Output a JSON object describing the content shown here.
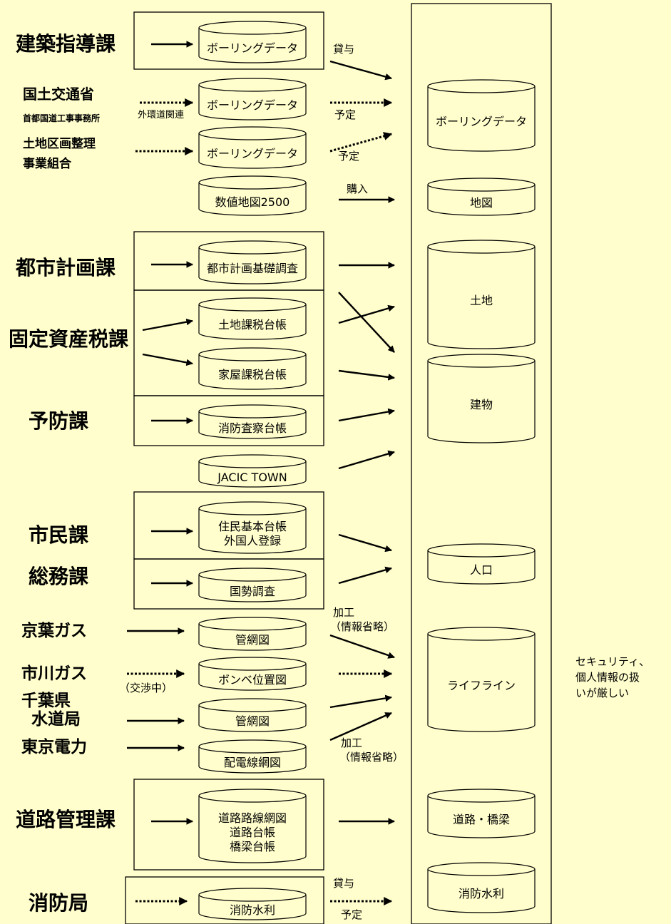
{
  "sources": {
    "kenchiku": "建築指導課",
    "kokudo": "国土交通省",
    "shuto": "首都国道工事事務所",
    "tochiku_1": "土地区画整理",
    "tochiku_2": "事業組合",
    "toshi": "都市計画課",
    "kotei": "固定資産税課",
    "yobo": "予防課",
    "shimin": "市民課",
    "somu": "総務課",
    "keiyo": "京葉ガス",
    "ichikawa": "市川ガス",
    "chiba_1": "千葉県",
    "chiba_2": "水道局",
    "tokyo": "東京電力",
    "doro": "道路管理課",
    "shobo": "消防局"
  },
  "datasets": {
    "boring1": "ボーリングデータ",
    "boring2": "ボーリングデータ",
    "boring3": "ボーリングデータ",
    "suchi": "数値地図2500",
    "toshikiso": "都市計画基礎調査",
    "tochikazei": "土地課税台帳",
    "kaokukazei": "家屋課税台帳",
    "shobosatsu": "消防査察台帳",
    "jacic": "JACIC TOWN",
    "jumin_1": "住民基本台帳",
    "jumin_2": "外国人登録",
    "kokusei": "国勢調査",
    "kanmo1": "管網図",
    "bombe": "ボンベ位置図",
    "kanmo2": "管網図",
    "haiden": "配電線網図",
    "doro_1": "道路路線網図",
    "doro_2": "道路台帳",
    "doro_3": "橋梁台帳",
    "suiri": "消防水利"
  },
  "targets": {
    "boring": "ボーリングデータ",
    "chizu": "地図",
    "tochi": "土地",
    "tatemono": "建物",
    "jinko": "人口",
    "lifeline": "ライフライン",
    "doro": "道路・橋梁",
    "suiri": "消防水利"
  },
  "labels": {
    "taiyo1": "貸与",
    "gaikan": "外環道関連",
    "yotei1": "予定",
    "yotei2": "予定",
    "konyu": "購入",
    "kako1_1": "加工",
    "kako1_2": "（情報省略）",
    "kosho": "（交渉中）",
    "kako2_1": "加工",
    "kako2_2": "（情報省略）",
    "taiyo2": "貸与",
    "yotei3": "予定"
  },
  "note": {
    "line1": "セキュリティ、",
    "line2": "個人情報の扱",
    "line3": "いが厳しい"
  }
}
